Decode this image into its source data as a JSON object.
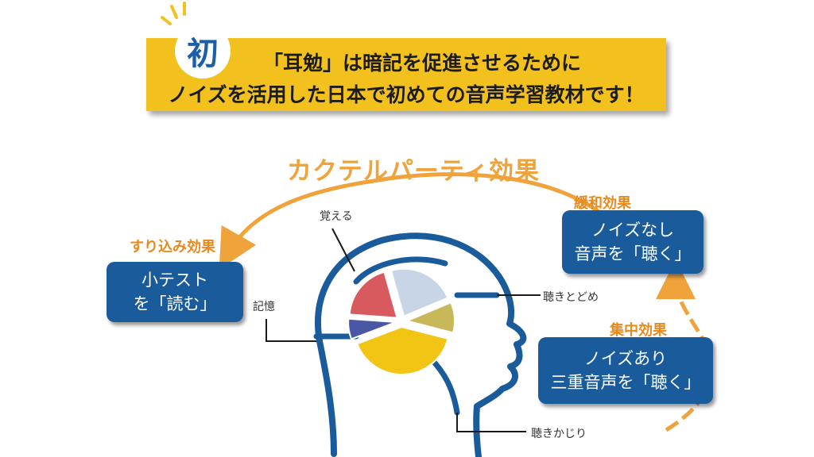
{
  "banner": {
    "badge": "初",
    "line1": "「耳勉」は暗記を促進させるために",
    "line2": "ノイズを活用した日本で初めての音声学習教材です！"
  },
  "diagram": {
    "title": "カクテルパーティ効果",
    "effects": {
      "left": "すり込み効果",
      "relax": "緩和効果",
      "focus": "集中効果"
    },
    "boxes": {
      "read": {
        "line1": "小テスト",
        "line2": "を「読む」"
      },
      "listen_quiet": {
        "line1": "ノイズなし",
        "line2": "音声を「聴く」"
      },
      "listen_noise": {
        "line1": "ノイズあり",
        "line2": "三重音声を「聴く」"
      }
    },
    "brain_labels": {
      "memorize": "覚える",
      "memory": "記憶",
      "listen_stop": "聴きとどめ",
      "listen_partial": "聴きかじり"
    },
    "pie": {
      "slices": [
        {
          "value": 35,
          "color": "#f2c414"
        },
        {
          "value": 6,
          "color": "#4a57a6"
        },
        {
          "value": 17,
          "color": "#d95a5e"
        },
        {
          "value": 20,
          "color": "#c8d5e6"
        },
        {
          "value": 9,
          "color": "#c9b85a"
        }
      ]
    },
    "colors": {
      "accent_orange": "#f0a33a",
      "box_blue": "#1a5b9c",
      "head_blue": "#1a5b9c",
      "banner_yellow": "#f2c11e"
    }
  }
}
